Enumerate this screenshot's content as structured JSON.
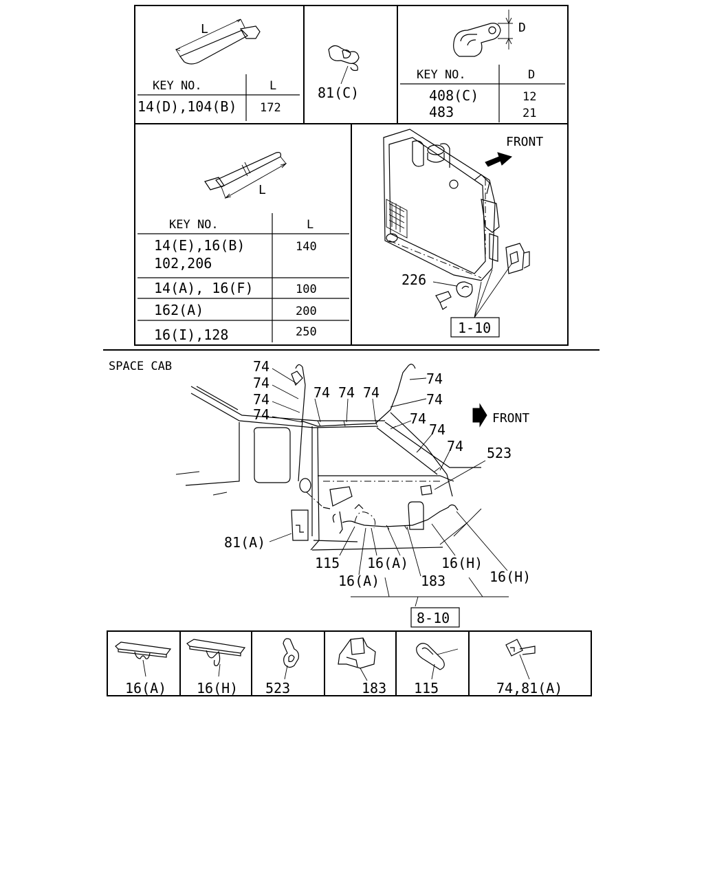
{
  "table_strap_top": {
    "dim_label": "L",
    "key_header": "KEY NO.",
    "val_header": "L",
    "rows": [
      {
        "key": "14(D),104(B)",
        "val": "172"
      }
    ]
  },
  "clip_top": {
    "label": "81(C)"
  },
  "clamp_table": {
    "dim_label": "D",
    "key_header": "KEY NO.",
    "val_header": "D",
    "rows": [
      {
        "key": "408(C)",
        "val": "12"
      },
      {
        "key": "483",
        "val": "21"
      }
    ]
  },
  "table_strap_mid": {
    "dim_label": "L",
    "key_header": "KEY NO.",
    "val_header": "L",
    "rows": [
      {
        "key": "14(E),16(B)",
        "key2": "102,206",
        "val": "140"
      },
      {
        "key": "14(A), 16(F)",
        "val": "100"
      },
      {
        "key": "162(A)",
        "val": "200"
      },
      {
        "key": "16(I),128",
        "val": "250"
      }
    ]
  },
  "radiator": {
    "front_label": "FRONT",
    "part_label": "226",
    "ref_box": "1-10"
  },
  "space_cab": {
    "section_title": "SPACE CAB",
    "front_label": "FRONT",
    "callouts": {
      "c74": "74",
      "c523": "523",
      "c81a": "81(A)",
      "c115": "115",
      "c16a": "16(A)",
      "c16h": "16(H)",
      "c183": "183"
    },
    "ref_box": "8-10"
  },
  "legend": {
    "items": [
      "16(A)",
      "16(H)",
      "523",
      "183",
      "115",
      "74,81(A)"
    ]
  }
}
